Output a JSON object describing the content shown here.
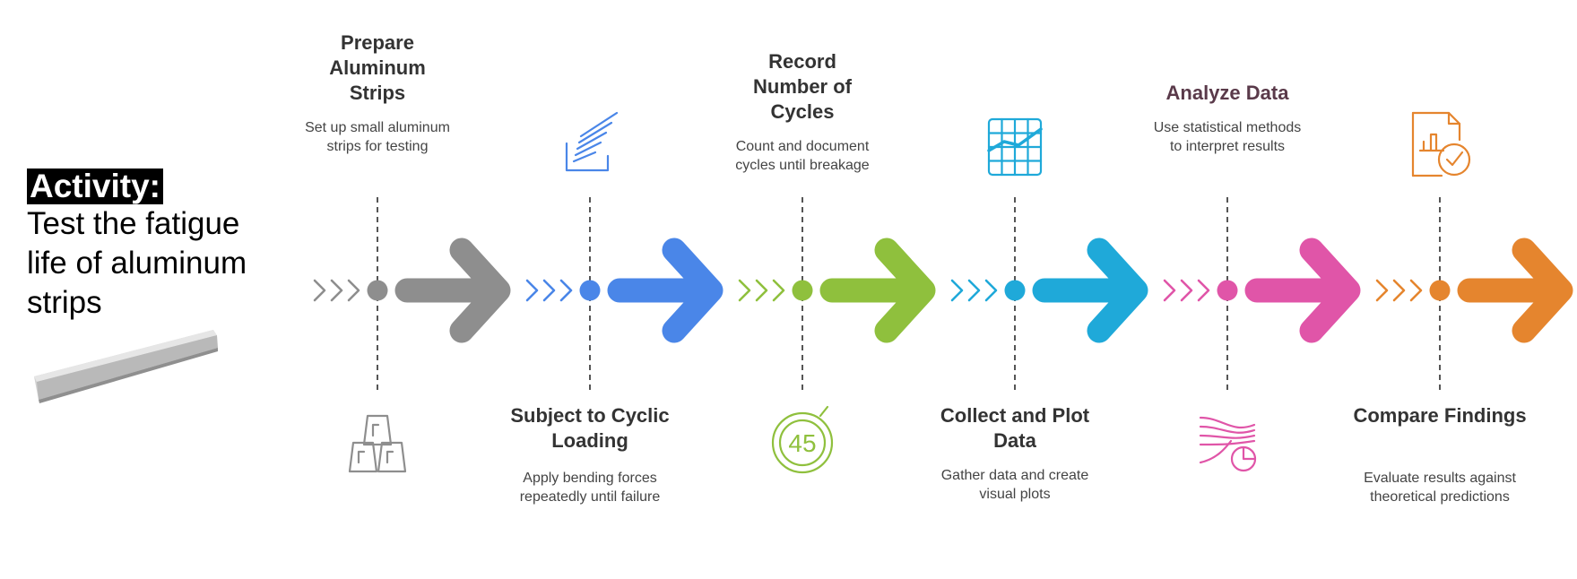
{
  "activity": {
    "tag": "Activity:",
    "description": "Test the fatigue life of aluminum strips"
  },
  "steps": [
    {
      "title": "Prepare Aluminum Strips",
      "description": "Set up small aluminum strips for testing",
      "color": "#8e8e8e",
      "icon": "metal-ingots-icon",
      "text_position": "top"
    },
    {
      "title": "Subject to Cyclic Loading",
      "description": "Apply bending forces repeatedly until failure",
      "color": "#4a86e8",
      "icon": "force-lines-icon",
      "text_position": "bottom"
    },
    {
      "title": "Record Number of Cycles",
      "description": "Count and document cycles until breakage",
      "color": "#8fc03d",
      "icon": "counter-45-icon",
      "icon_text": "45",
      "text_position": "top"
    },
    {
      "title": "Collect and Plot Data",
      "description": "Gather data and create visual plots",
      "color": "#1fa9d9",
      "icon": "plot-chart-icon",
      "text_position": "bottom"
    },
    {
      "title": "Analyze Data",
      "description": "Use statistical methods to interpret results",
      "color": "#e055a8",
      "icon": "analysis-waves-icon",
      "text_position": "top"
    },
    {
      "title": "Compare Findings",
      "description": "Evaluate results against theoretical predictions",
      "color": "#e5852e",
      "icon": "report-check-icon",
      "text_position": "bottom"
    }
  ]
}
